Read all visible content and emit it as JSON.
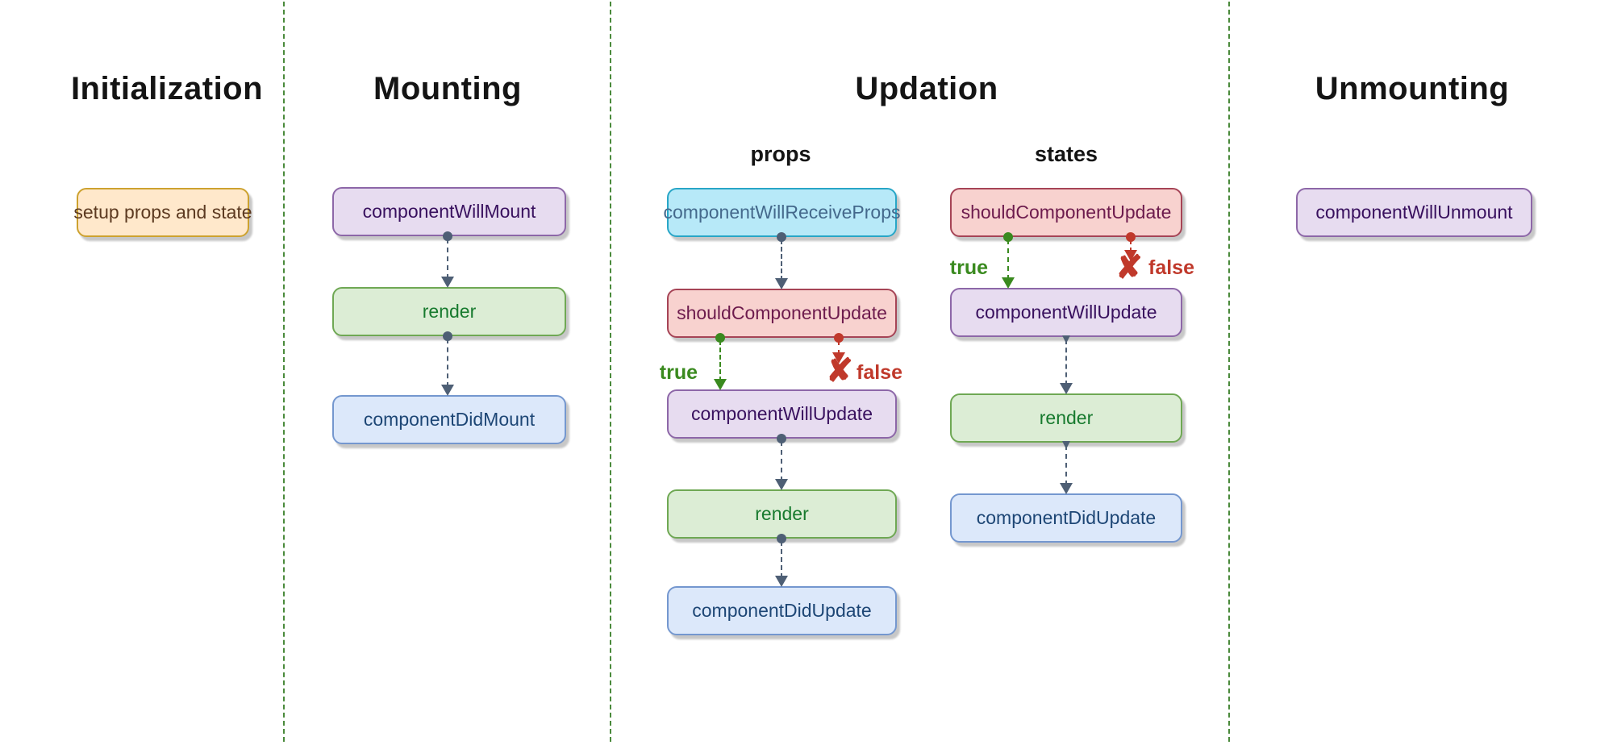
{
  "phases": [
    {
      "title": "Initialization",
      "nodes": [
        {
          "label": "setup props and state",
          "variant": "orange"
        }
      ]
    },
    {
      "title": "Mounting",
      "nodes": [
        {
          "label": "componentWillMount",
          "variant": "purple"
        },
        {
          "label": "render",
          "variant": "green"
        },
        {
          "label": "componentDidMount",
          "variant": "blue"
        }
      ]
    },
    {
      "title": "Updation",
      "subcolumns": [
        {
          "header": "props",
          "nodes": [
            {
              "label": "componentWillReceiveProps",
              "variant": "cyan"
            },
            {
              "label": "shouldComponentUpdate",
              "variant": "red"
            },
            {
              "label": "componentWillUpdate",
              "variant": "purple"
            },
            {
              "label": "render",
              "variant": "green"
            },
            {
              "label": "componentDidUpdate",
              "variant": "blue"
            }
          ],
          "branch": {
            "true_label": "true",
            "false_label": "false"
          }
        },
        {
          "header": "states",
          "nodes": [
            {
              "label": "shouldComponentUpdate",
              "variant": "red"
            },
            {
              "label": "componentWillUpdate",
              "variant": "purple"
            },
            {
              "label": "render",
              "variant": "green"
            },
            {
              "label": "componentDidUpdate",
              "variant": "blue"
            }
          ],
          "branch": {
            "true_label": "true",
            "false_label": "false"
          }
        }
      ]
    },
    {
      "title": "Unmounting",
      "nodes": [
        {
          "label": "componentWillUnmount",
          "variant": "purple"
        }
      ]
    }
  ],
  "icons": {
    "false_cross": "✘"
  },
  "colors": {
    "orange_fill": "#ffe8cb",
    "orange_border": "#cda22f",
    "orange_text": "#5c3a21",
    "purple_fill": "#e7dcf0",
    "purple_border": "#8d67a8",
    "purple_text": "#38105e",
    "green_fill": "#dcedd5",
    "green_border": "#6fa854",
    "green_text": "#177a2e",
    "blue_fill": "#dce8fa",
    "blue_border": "#7497cf",
    "blue_text": "#1d4675",
    "cyan_fill": "#b7e9f8",
    "cyan_border": "#28a6c7",
    "cyan_text": "#44698c",
    "red_fill": "#f8d2cf",
    "red_border": "#a64456",
    "red_text": "#6d1b4d",
    "connector_gray": "#4e5f75",
    "connector_true_green": "#3a8a1f",
    "connector_false_red": "#c0392b",
    "divider_green": "#4a8a3b",
    "title_text": "#141414"
  }
}
